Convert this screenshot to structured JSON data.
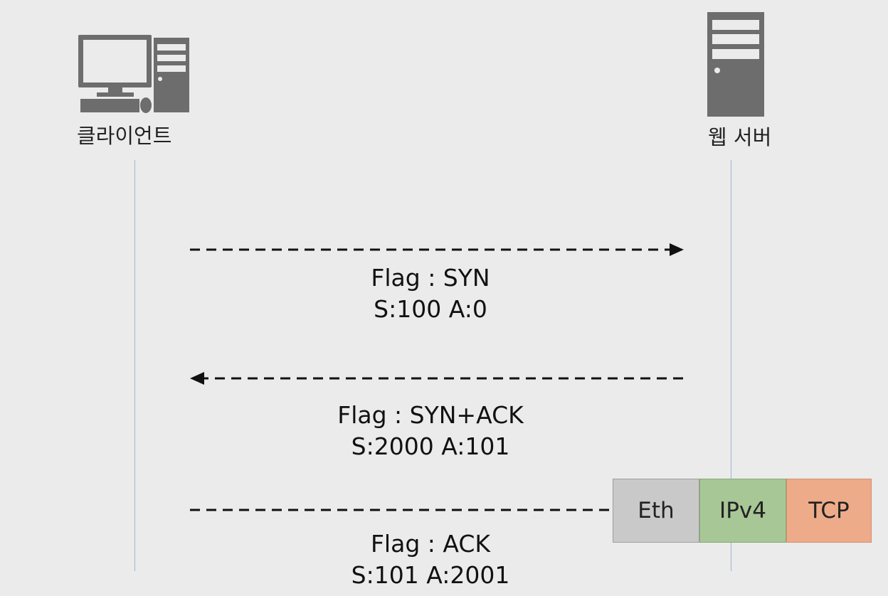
{
  "hosts": {
    "client": {
      "label": "클라이언트"
    },
    "server": {
      "label": "웹 서버"
    }
  },
  "messages": [
    {
      "direction": "client-to-server",
      "flag_line": "Flag : SYN",
      "seq_line": "S:100 A:0"
    },
    {
      "direction": "server-to-client",
      "flag_line": "Flag : SYN+ACK",
      "seq_line": "S:2000 A:101"
    },
    {
      "direction": "client-to-server",
      "flag_line": "Flag : ACK",
      "seq_line": "S:101 A:2001"
    }
  ],
  "frame_headers": [
    "Eth",
    "IPv4",
    "TCP"
  ],
  "colors": {
    "background": "#ebebeb",
    "lifeline": "#9db5d4",
    "icon": "#6d6d6d",
    "eth": "#c9c9c9",
    "ipv4": "#a7c796",
    "tcp": "#eeab8a"
  }
}
